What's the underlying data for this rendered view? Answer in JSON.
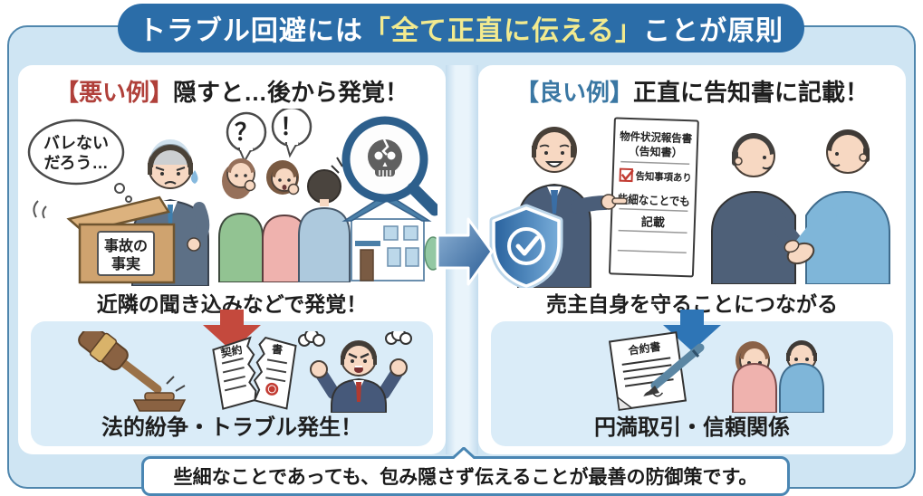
{
  "title": {
    "prefix": "トラブル回避には",
    "highlight": "「全て正直に伝える」",
    "suffix": "ことが原則"
  },
  "bad_panel": {
    "tag": "【悪い例】",
    "heading": "隠すと…後から発覚！",
    "thought_line1": "バレない",
    "thought_line2": "だろう…",
    "box_line1": "事故の",
    "box_line2": "事実",
    "question_mark": "？",
    "exclamation_mark": "！",
    "caption": "近隣の聞き込みなどで発覚！",
    "torn_doc_left": "契約",
    "torn_doc_right": "書",
    "result": "法的紛争・トラブル発生！"
  },
  "good_panel": {
    "tag": "【良い例】",
    "heading": "正直に告知書に記載！",
    "doc_title_line1": "物件状況報告書",
    "doc_title_line2": "（告知書）",
    "doc_checkbox_label": "告知事項あり",
    "doc_note_line1": "些細なことでも",
    "doc_note_line2": "記載",
    "caption": "売主自身を守ることにつながる",
    "contract_title": "合約書",
    "result": "円満取引・信頼関係"
  },
  "footer": "些細なことであっても、包み隠さず伝えることが最善の防御策です。",
  "colors": {
    "banner_blue": "#2b6da8",
    "highlight_yellow": "#f2ea8f",
    "bad_red": "#b0403a",
    "good_blue": "#3a77a3",
    "red_arrow": "#c4493d",
    "blue_arrow": "#2e75b6",
    "container_blue": "#cfe5f3",
    "inner_box_blue": "#daecf8"
  }
}
